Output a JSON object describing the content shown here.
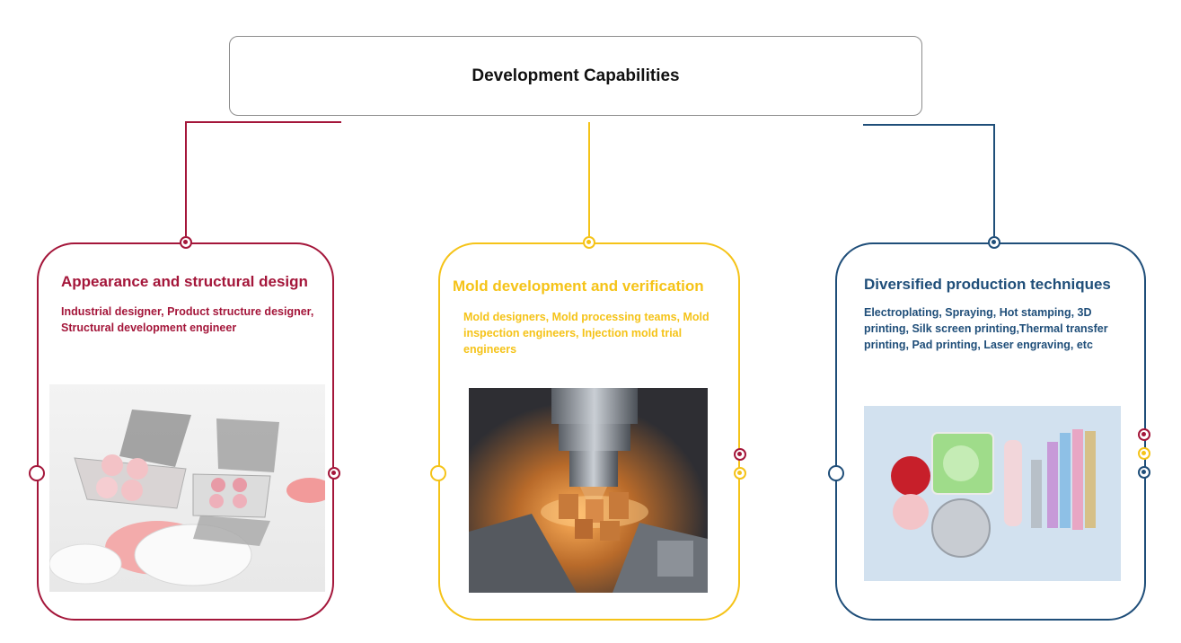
{
  "title": "Development Capabilities",
  "colors": {
    "red": "#a4163a",
    "yellow": "#f5c318",
    "blue": "#1f4e79"
  },
  "cards": [
    {
      "title": "Appearance and structural design",
      "description": "Industrial designer, Product structure designer, Structural development engineer",
      "image": "cosmetic-palette-compacts-photo"
    },
    {
      "title": "Mold development and verification",
      "description": "Mold designers, Mold processing teams, Mold inspection engineers, Injection mold trial engineers",
      "image": "cnc-machining-mold-photo"
    },
    {
      "title": "Diversified production techniques",
      "description": "Electroplating, Spraying, Hot stamping, 3D printing, Silk screen printing,Thermal transfer printing, Pad printing, Laser engraving, etc",
      "image": "cosmetic-packaging-products-photo"
    }
  ]
}
